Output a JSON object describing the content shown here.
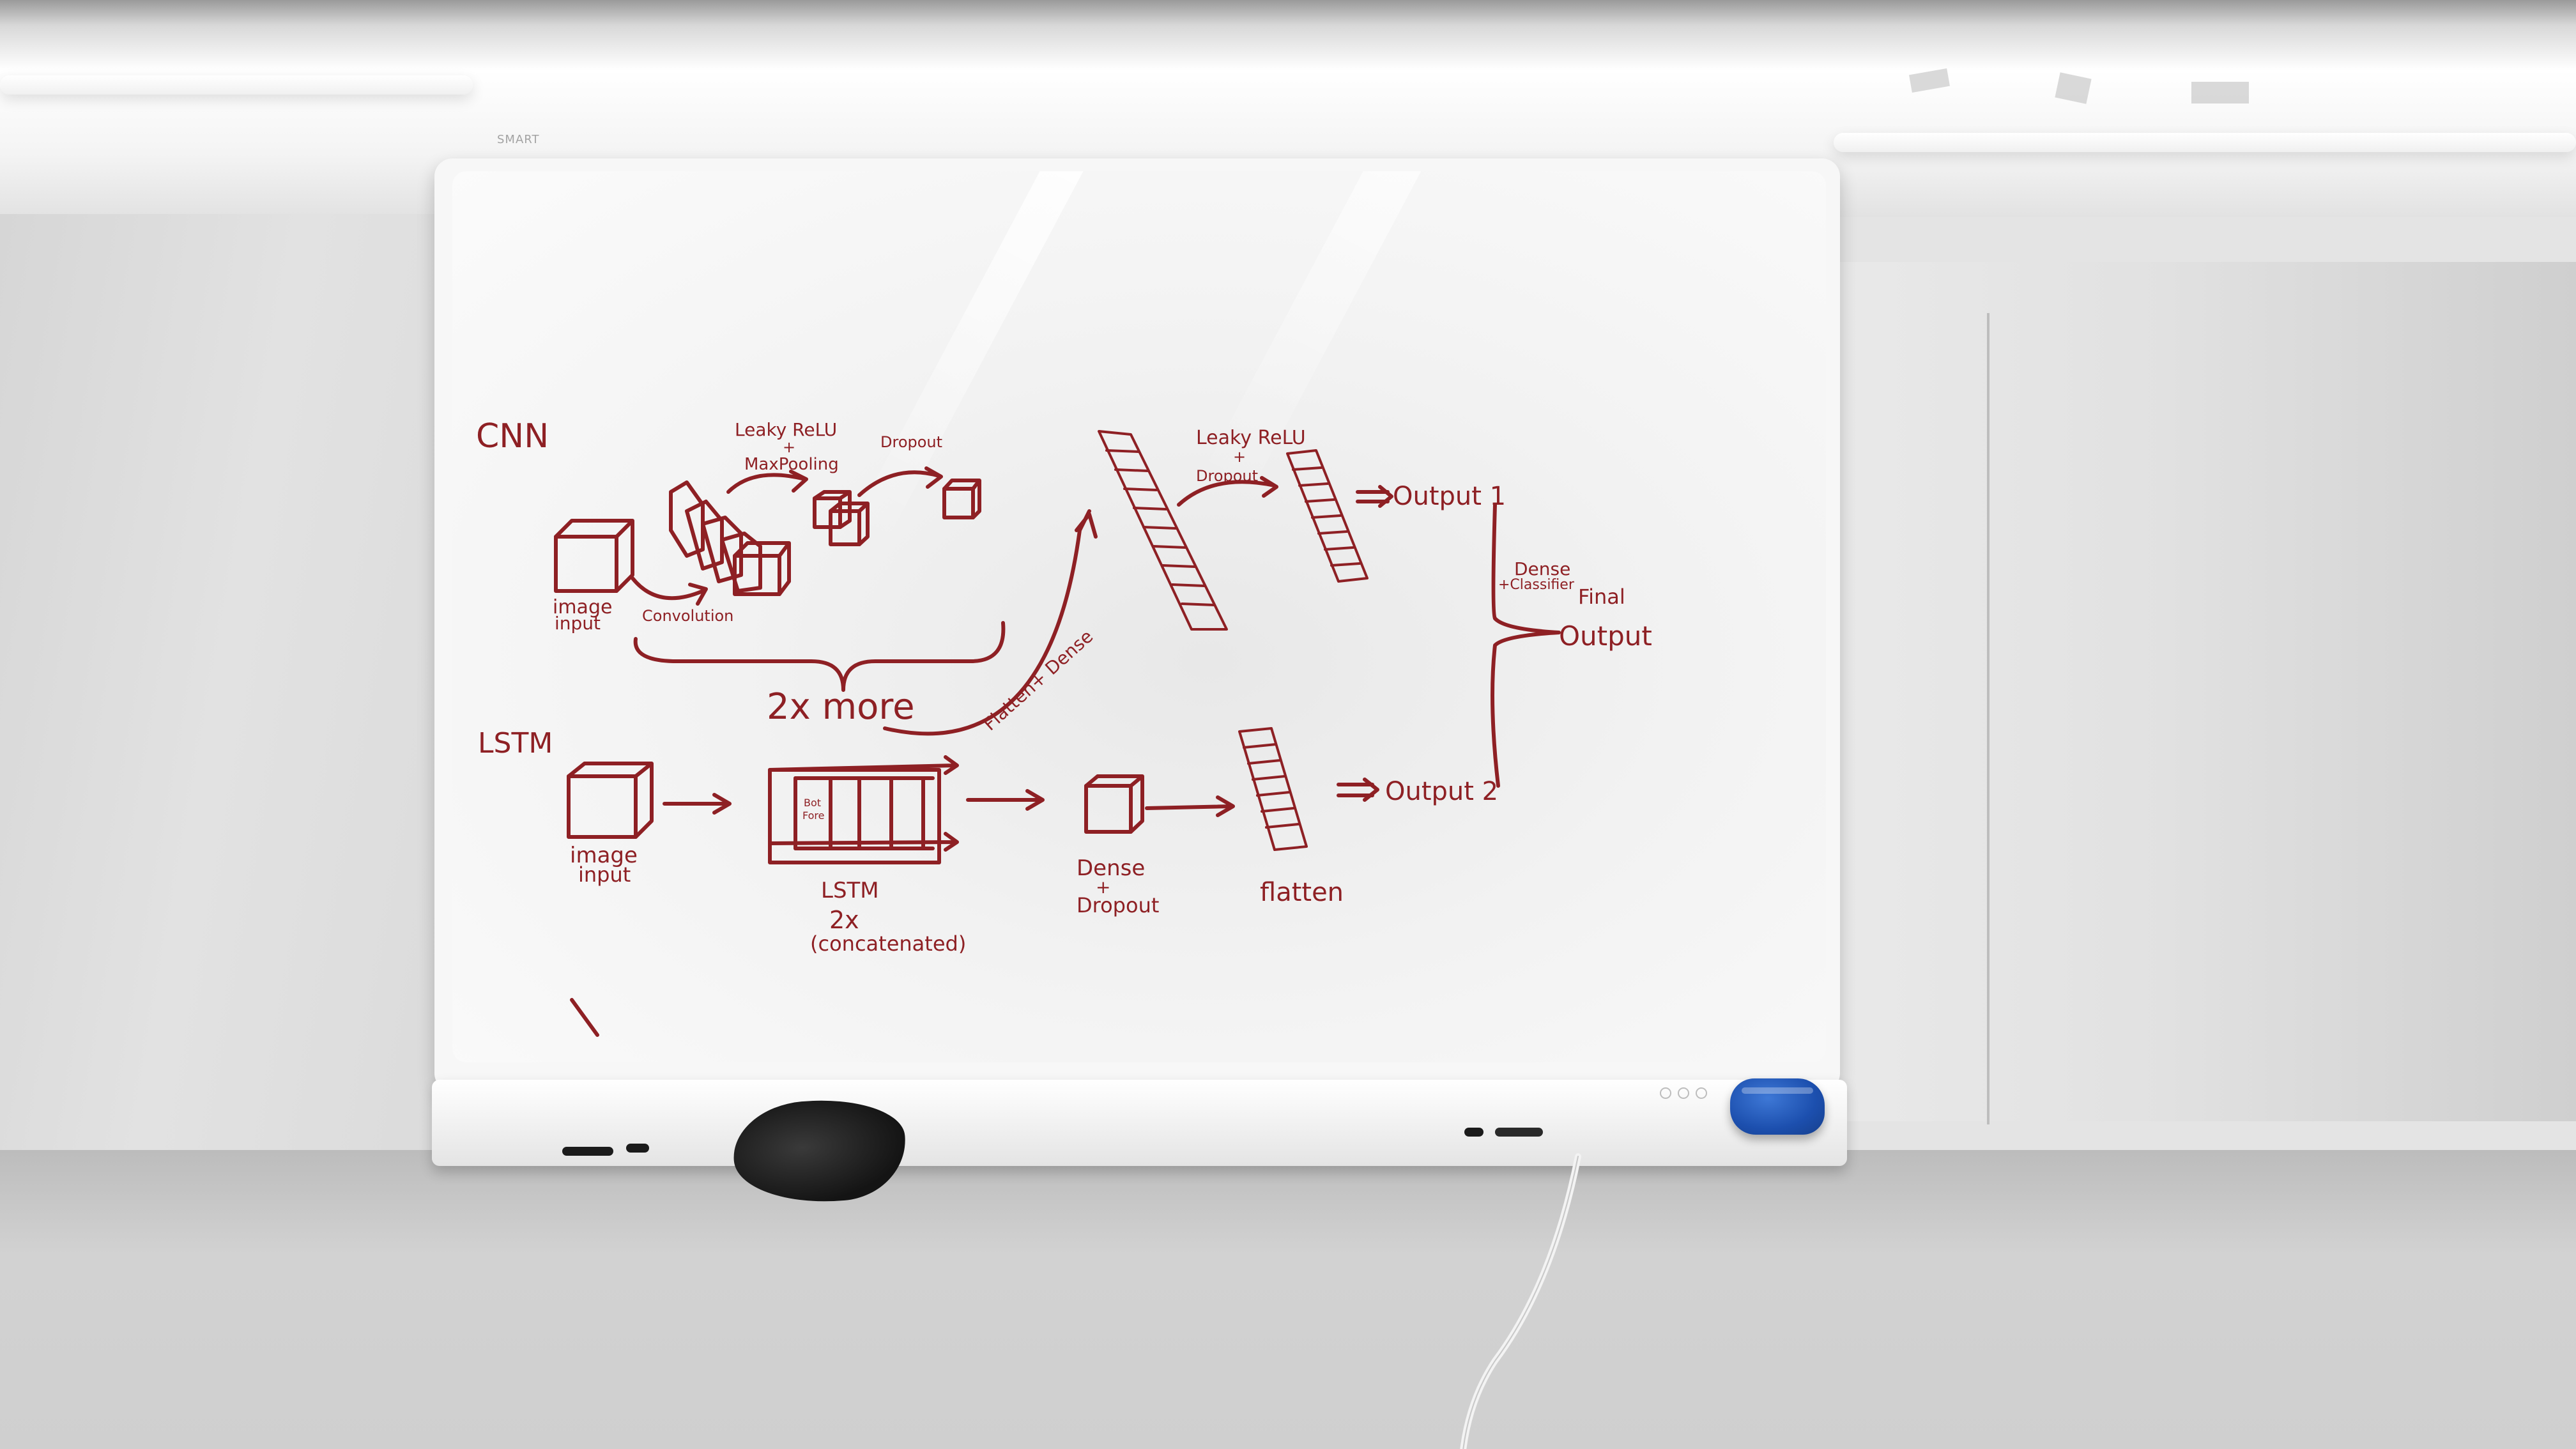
{
  "whiteboard": {
    "brand": "SMART",
    "cnn": {
      "section_label": "CNN",
      "image_input": [
        "image",
        "input"
      ],
      "convolution": "Convolution",
      "leaky_relu_maxpool": [
        "Leaky ReLU",
        "+",
        "MaxPooling"
      ],
      "dropout": "Dropout",
      "repeat_note": "2x more",
      "flatten_dense": "Flatten+ Dense",
      "leaky_relu_dropout": [
        "Leaky ReLU",
        "+",
        "Dropout"
      ],
      "output_1": "Output 1"
    },
    "lstm": {
      "section_label": "LSTM",
      "image_input": [
        "image",
        "input"
      ],
      "cell_label": [
        "Bot",
        "Fore"
      ],
      "block_label": [
        "LSTM",
        "2x",
        "(concatenated)"
      ],
      "dense_dropout": [
        "Dense",
        "+",
        "Dropout"
      ],
      "flatten": "flatten",
      "output_2": "Output 2"
    },
    "merge": {
      "dense_classifier": [
        "Dense",
        "+Classifier"
      ],
      "final_output": [
        "Final",
        "Output"
      ]
    }
  },
  "colors": {
    "marker_ink": "#8e2024",
    "eraser": "#1c4fae",
    "cloth": "#141414"
  }
}
